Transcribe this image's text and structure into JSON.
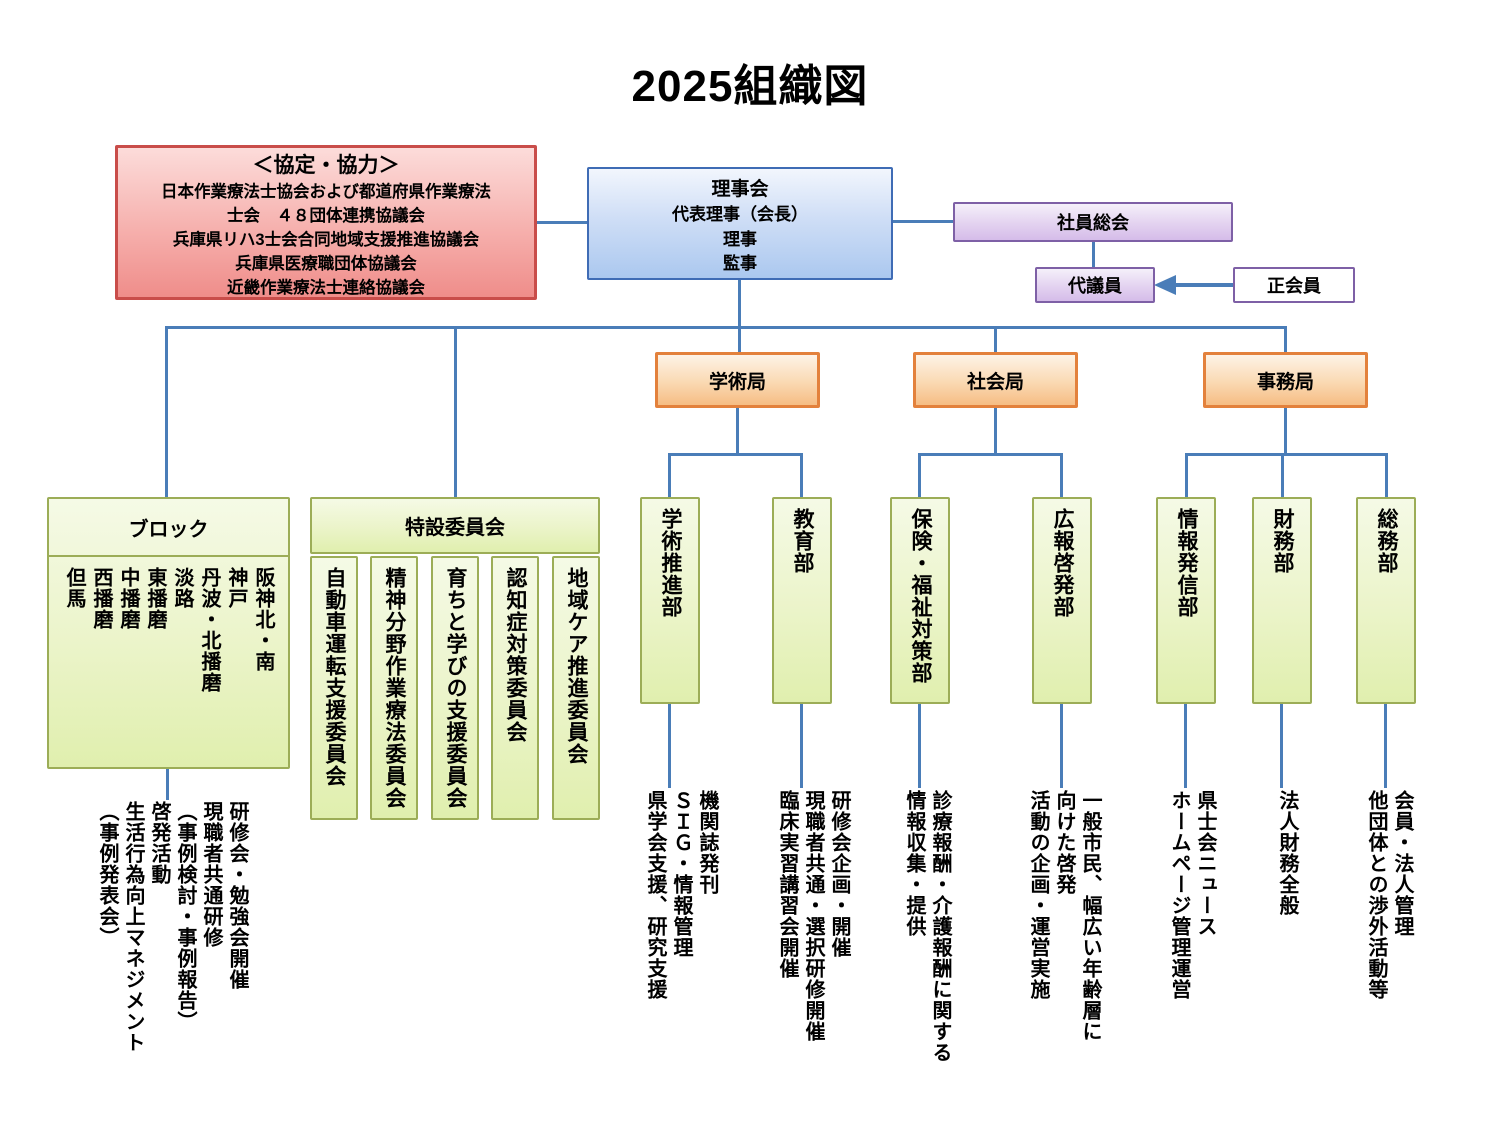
{
  "title": "2025組織図",
  "colors": {
    "connector": "#4a7db8",
    "partnership_border": "#c94d4a",
    "board_border": "#3f6cb5",
    "assembly_border": "#7e60a6",
    "bureau_border": "#e3813c",
    "green_border": "#9cad57"
  },
  "partnership": {
    "title": "＜協定・協力＞",
    "lines": [
      "日本作業療法士協会および都道府県作業療法",
      "士会　４８団体連携協議会",
      "兵庫県リハ3士会合同地域支援推進協議会",
      "兵庫県医療職団体協議会",
      "近畿作業療法士連絡協議会"
    ]
  },
  "board": {
    "title": "理事会",
    "members": [
      "代表理事（会長）",
      "理事",
      "監事"
    ]
  },
  "general_assembly": "社員総会",
  "delegates": "代議員",
  "regular_members": "正会員",
  "bureaus": [
    {
      "label": "学術局"
    },
    {
      "label": "社会局"
    },
    {
      "label": "事務局"
    }
  ],
  "block": {
    "title": "ブロック",
    "regions": [
      "阪神北・南",
      "神戸",
      "丹波・北播磨",
      "淡路",
      "東播磨",
      "中播磨",
      "西播磨",
      "但馬"
    ],
    "notes": [
      "研修会・勉強会開催",
      "現職者共通研修",
      "（事例検討・事例報告）",
      "啓発活動",
      "生活行為向上マネジメント",
      "（事例発表会）"
    ]
  },
  "special_committees": {
    "title": "特設委員会",
    "committees": [
      "自動車運転支援委員会",
      "精神分野作業療法委員会",
      "育ちと学びの支援委員会",
      "認知症対策委員会",
      "地域ケア推進委員会"
    ]
  },
  "departments": [
    {
      "label": "学術推進部",
      "notes": [
        "機関誌発刊",
        "ＳＩＧ・情報管理",
        "県学会支援、研究支援"
      ]
    },
    {
      "label": "教育部",
      "notes": [
        "研修会企画・開催",
        "現職者共通・選択研修開催",
        "臨床実習講習会開催"
      ]
    },
    {
      "label": "保険・福祉対策部",
      "notes": [
        "診療報酬・介護報酬に関する",
        "情報収集・提供"
      ]
    },
    {
      "label": "広報啓発部",
      "notes": [
        "一般市民、幅広い年齢層に",
        "向けた啓発",
        "活動の企画・運営実施"
      ]
    },
    {
      "label": "情報発信部",
      "notes": [
        "県士会ニュース",
        "ホームページ管理運営"
      ]
    },
    {
      "label": "財務部",
      "notes": [
        "法人財務全般"
      ]
    },
    {
      "label": "総務部",
      "notes": [
        "会員・法人管理",
        "他団体との渉外活動等"
      ]
    }
  ]
}
